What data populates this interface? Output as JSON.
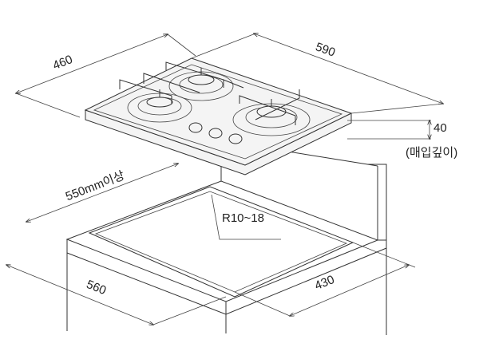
{
  "dimensions": {
    "hob_depth": "460",
    "hob_width": "590",
    "embed_depth": "40",
    "embed_depth_caption": "(매입깊이)",
    "counter_min_depth": "550mm이상",
    "cutout_radius": "R10~18",
    "cutout_width": "560",
    "cutout_depth": "430"
  },
  "colors": {
    "line": "#333333",
    "background": "#ffffff"
  }
}
